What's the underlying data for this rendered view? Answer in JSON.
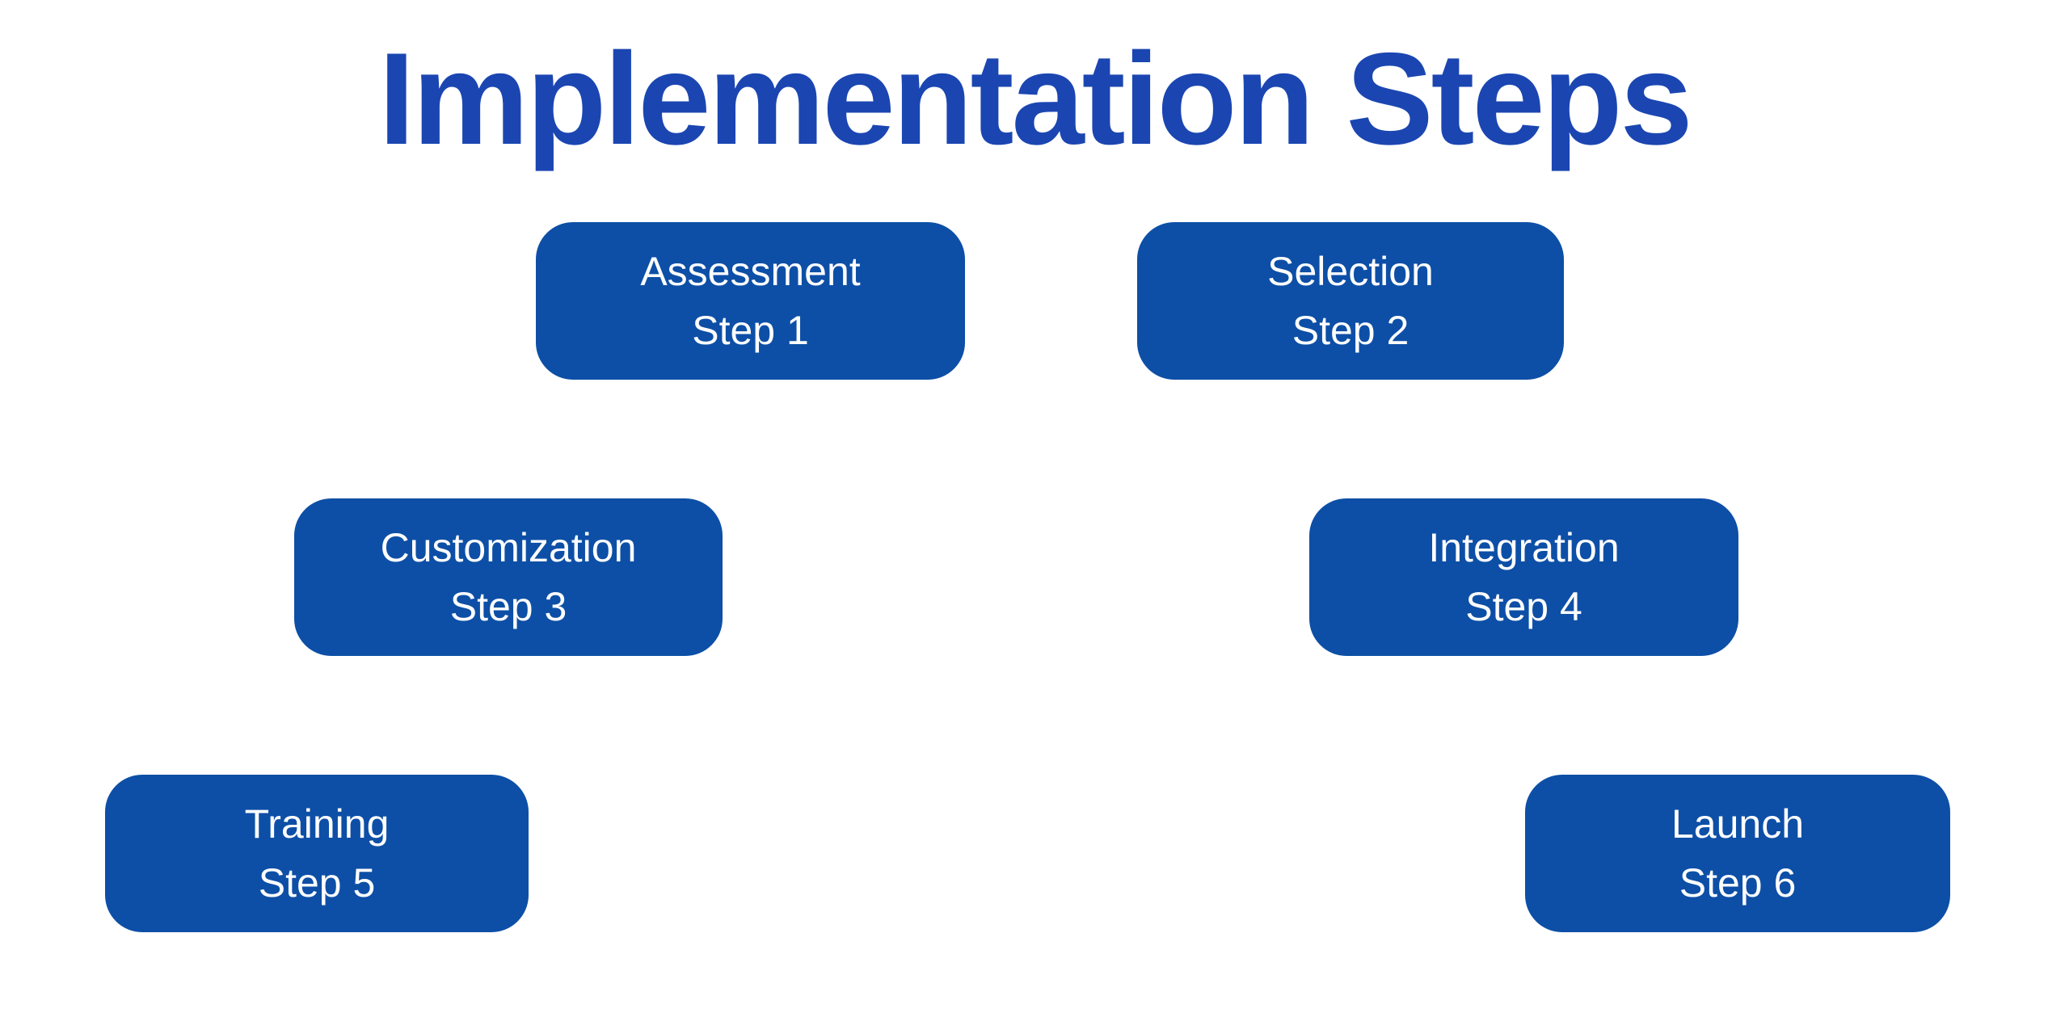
{
  "page": {
    "title": "Implementation Steps"
  },
  "colors": {
    "background": "#ffffff",
    "title": "#1b46b2",
    "box_fill": "#0d4fa6",
    "box_text": "#fdfdfd"
  },
  "steps": [
    {
      "name": "Assessment",
      "step_label": "Step 1"
    },
    {
      "name": "Selection",
      "step_label": "Step 2"
    },
    {
      "name": "Customization",
      "step_label": "Step 3"
    },
    {
      "name": "Integration",
      "step_label": "Step 4"
    },
    {
      "name": "Training",
      "step_label": "Step 5"
    },
    {
      "name": "Launch",
      "step_label": "Step 6"
    }
  ]
}
